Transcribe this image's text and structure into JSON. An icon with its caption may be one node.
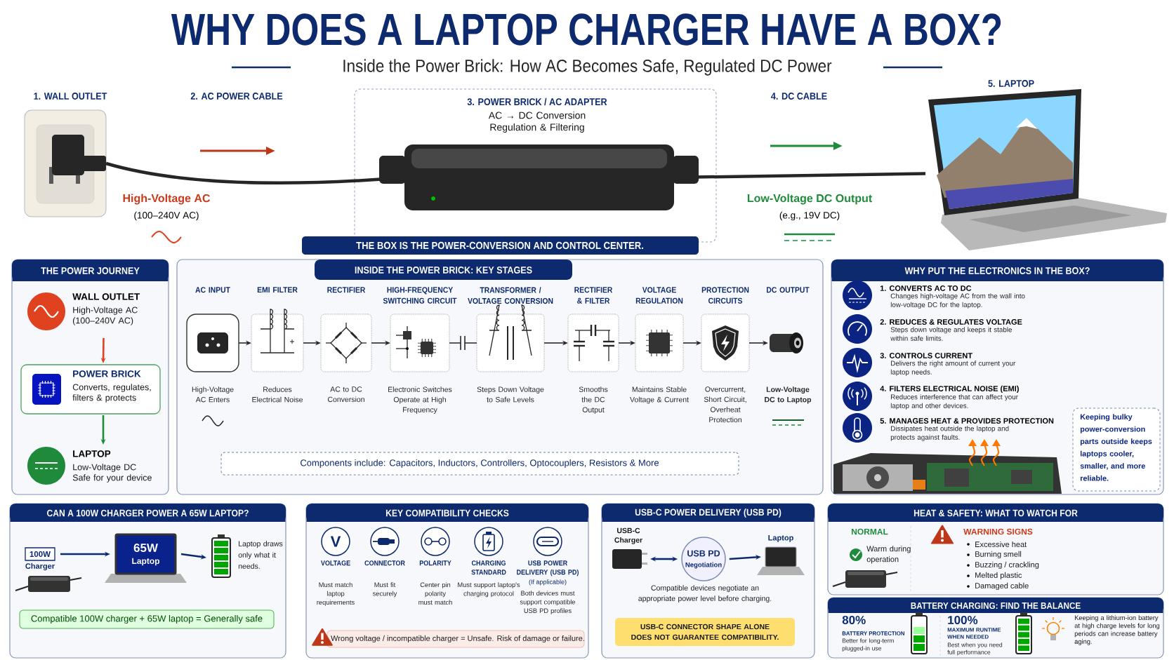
{
  "diagram": {
    "title": "WHY DOES A LAPTOP CHARGER HAVE A BOX?",
    "nodes": [
      {
        "text": [
          "1. WALL OUTLET"
        ]
      },
      {
        "text": [
          "3. POWER BRICK / AC ADAPTER",
          "AC → DC Conversion Regulation & Filtering"
        ]
      },
      {
        "text": [],
        "shape": "picture",
        "in": 1
      },
      {
        "text": [
          "THE BOX IS THE POWER-CONVERSION AND CONTROL CENTER."
        ]
      },
      {
        "text": [
          "5. LAPTOP"
        ]
      },
      {
        "text": [
          "THE POWER JOURNEY"
        ]
      },
      {
        "text": [
          "WALL OUTLET",
          "High-Voltage AC (100–240V AC)"
        ],
        "in": 5
      },
      {
        "text": [
          "POWER BRICK",
          "Converts, regulates, filters & protects"
        ],
        "in": 5
      },
      {
        "text": [
          "LAPTOP",
          "Low-Voltage DC Safe for your device"
        ],
        "in": 5
      },
      {
        "text": [
          "INSIDE THE POWER BRICK: KEY STAGES"
        ]
      },
      {
        "text": [
          "AC INPUT",
          "High-Voltage AC Enters"
        ],
        "in": 9
      },
      {
        "text": [
          "EMI FILTER",
          "Reduces Electrical Noise"
        ],
        "in": 9
      },
      {
        "text": [
          "RECTIFIER",
          "AC to DC Conversion"
        ],
        "in": 9
      },
      {
        "text": [
          "HIGH-FREQUENCY SWITCHING CIRCUIT",
          "Electronic Switches Operate at High Frequency"
        ],
        "in": 9
      },
      {
        "text": [
          "TRANSFORMER / VOLTAGE CONVERSION",
          "Steps Down Voltage to Safe Levels"
        ],
        "in": 9
      },
      {
        "text": [
          "RECTIFIER & FILTER",
          "Smooths the DC Output"
        ],
        "in": 9
      },
      {
        "text": [
          "VOLTAGE REGULATION",
          "Maintains Stable Voltage & Current"
        ],
        "in": 9
      },
      {
        "text": [
          "PROTECTION CIRCUITS",
          "Overcurrent, Short Circuit, Overheat Protection"
        ],
        "in": 9
      },
      {
        "text": [
          "DC OUTPUT",
          "Low-Voltage DC to Laptop"
        ],
        "in": 9
      },
      {
        "text": [
          "Components include: Capacitors, Inductors, Controllers, Optocouplers, Resistors & More"
        ],
        "in": 9
      },
      {
        "text": [
          "WHY PUT THE ELECTRONICS IN THE BOX?"
        ]
      },
      {
        "text": [
          "1. CONVERTS AC TO DC",
          "Changes high-voltage AC from the wall into low-voltage DC for the laptop."
        ],
        "in": 20
      },
      {
        "text": [
          "2. REDUCES & REGULATES VOLTAGE",
          "Steps down voltage and keeps it stable within safe limits."
        ],
        "in": 20
      },
      {
        "text": [
          "3. CONTROLS CURRENT",
          "Delivers the right amount of current your laptop needs."
        ],
        "in": 20
      },
      {
        "text": [
          "4. FILTERS ELECTRICAL NOISE (EMI)",
          "Reduces interference that can affect your laptop and other devices."
        ],
        "in": 20
      },
      {
        "text": [
          "5. MANAGES HEAT & PROVIDES PROTECTION",
          "Dissipates heat outside the laptop and protects against faults."
        ],
        "in": 20
      },
      {
        "text": [
          "Keeping bulky power-conversion parts outside keeps laptops cooler, smaller, and more reliable."
        ],
        "in": 20
      },
      {
        "text": [
          "CAN A 100W CHARGER POWER A 65W LAPTOP?"
        ]
      },
      {
        "text": [
          "100W"
        ],
        "beside": [
          "Charger"
        ],
        "in": 27
      },
      {
        "text": [
          "65W",
          "Laptop"
        ],
        "in": 27
      },
      {
        "text": [],
        "shape": "battery",
        "beside": [
          "Laptop draws only what it needs."
        ],
        "in": 27
      },
      {
        "text": [
          "Compatible 100W charger + 65W laptop = Generally safe"
        ],
        "in": 27
      },
      {
        "text": [
          "KEY COMPATIBILITY CHECKS"
        ]
      },
      {
        "text": [
          "V",
          "VOLTAGE",
          "Must match laptop requirements"
        ],
        "in": 32
      },
      {
        "text": [
          "CONNECTOR",
          "Must fit securely"
        ],
        "in": 32
      },
      {
        "text": [
          "POLARITY",
          "Center pin polarity must match"
        ],
        "in": 32
      },
      {
        "text": [
          "CHARGING STANDARD",
          "Must support laptop's charging protocol"
        ],
        "in": 32
      },
      {
        "text": [
          "USB POWER DELIVERY (USB PD)",
          "(If applicable)",
          "Both devices must support compatible USB PD profiles"
        ],
        "in": 32
      },
      {
        "text": [
          "Wrong voltage / incompatible charger = Unsafe. Risk of damage or failure."
        ],
        "in": 32
      },
      {
        "text": [
          "USB-C POWER DELIVERY (USB PD)"
        ]
      },
      {
        "text": [
          "USB-C Charger"
        ],
        "in": 39
      },
      {
        "text": [
          "USB PD",
          "Negotiation"
        ],
        "in": 39
      },
      {
        "text": [
          "Laptop"
        ],
        "in": 39
      },
      {
        "text": [
          "USB-C CONNECTOR SHAPE ALONE DOES NOT GUARANTEE COMPATIBILITY."
        ],
        "in": 39
      },
      {
        "text": [
          "HEAT & SAFETY: WHAT TO WATCH FOR"
        ]
      },
      {
        "text": [
          "BATTERY CHARGING: FIND THE BALANCE"
        ]
      }
    ],
    "edges": [
      {
        "from": 0,
        "to": 2,
        "arrow": "none",
        "style": "thick"
      },
      {
        "from": 2,
        "to": 4,
        "arrow": "none",
        "style": "thick"
      },
      {
        "from": 6,
        "to": 7,
        "arrow": "to",
        "color": "#e0411e"
      },
      {
        "from": 7,
        "to": 8,
        "arrow": "to",
        "color": "#1e8a3a"
      },
      {
        "from": 10,
        "to": 11,
        "arrow": "to"
      },
      {
        "from": 11,
        "to": 12,
        "arrow": "to"
      },
      {
        "from": 12,
        "to": 13,
        "arrow": "to"
      },
      {
        "from": 13,
        "to": 14,
        "arrow": "none"
      },
      {
        "from": 14,
        "to": 15,
        "arrow": "to"
      },
      {
        "from": 15,
        "to": 16,
        "arrow": "to"
      },
      {
        "from": 16,
        "to": 17,
        "arrow": "to"
      },
      {
        "from": 17,
        "to": 18,
        "arrow": "to"
      },
      {
        "from": 28,
        "to": 29,
        "arrow": "to",
        "color": "#0d2a6e"
      },
      {
        "from": 29,
        "to": 30,
        "arrow": "to",
        "color": "#0d2a6e"
      },
      {
        "from": 40,
        "to": 41,
        "arrow": "both",
        "color": "#0d2a6e"
      },
      {
        "from": 41,
        "to": 42,
        "arrow": "to",
        "color": "#0d2a6e"
      }
    ],
    "labels": [
      "Inside the Power Brick: How AC Becomes Safe, Regulated DC Power",
      "2. AC POWER CABLE",
      "4. DC CABLE",
      "High-Voltage AC",
      "(100–240V AC)",
      "Low-Voltage DC Output",
      "(e.g., 19V DC)",
      "Compatible devices negotiate an appropriate power level before charging.",
      "NORMAL",
      "Warm during operation",
      "WARNING SIGNS",
      "Excessive heat",
      "Burning smell",
      "Buzzing / crackling",
      "Melted plastic",
      "Damaged cable",
      "80%",
      "BATTERY PROTECTION",
      "Better for long-term plugged-in use",
      "100%",
      "MAXIMUM RUNTIME WHEN NEEDED",
      "Best when you need full performance",
      "Keeping a lithium-ion battery at high charge levels for long periods can increase battery aging."
    ]
  }
}
